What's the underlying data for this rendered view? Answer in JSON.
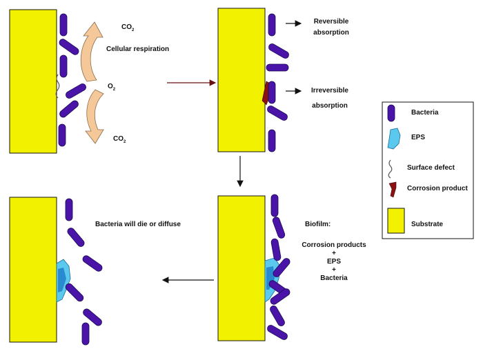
{
  "panel1": {
    "co2_top": "CO2",
    "cellular_respiration": "Cellular respiration",
    "o2": "O2",
    "co2_bottom": "CO2"
  },
  "panel2": {
    "reversible_line1": "Reversible",
    "reversible_line2": "absorption",
    "irreversible_line1": "Irreversible",
    "irreversible_line2": "absorption"
  },
  "panel3": {
    "biofilm": "Biofilm:",
    "corrosion_products": "Corrosion products",
    "plus1": "+",
    "eps": "EPS",
    "plus2": "+",
    "bacteria": "Bacteria"
  },
  "panel4": {
    "message": "Bacteria will die or diffuse"
  },
  "legend": {
    "bacteria": "Bacteria",
    "eps": "EPS",
    "surface_defect": "Surface defect",
    "corrosion_product": "Corrosion product",
    "substrate": "Substrate"
  },
  "colors": {
    "substrate": "#f2f200",
    "bacteria": "#4a14a8",
    "eps": "#5bc8ee",
    "corrosion": "#8a1212",
    "arrow_flow": "#f5c89a"
  }
}
